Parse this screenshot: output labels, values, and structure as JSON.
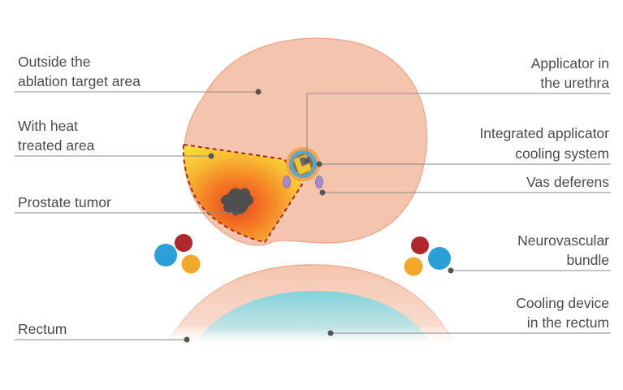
{
  "labels": {
    "outside": [
      "Outside the",
      "ablation target area"
    ],
    "heat": [
      "With heat",
      "treated area"
    ],
    "tumor": "Prostate tumor",
    "rectum": "Rectum",
    "applicator": [
      "Applicator in",
      "the urethra"
    ],
    "cooling_system": [
      "Integrated applicator",
      "cooling system"
    ],
    "vas": "Vas deferens",
    "neurovascular": [
      "Neurovascular",
      "bundle"
    ],
    "cooling_device": [
      "Cooling device",
      "in the rectum"
    ]
  },
  "colors": {
    "prostate": "#f5c4ae",
    "prostate_outline": "#f0a98e",
    "heat_core": "#f0641e",
    "heat_edge": "#f9d23b",
    "heat_border": "#a8281e",
    "tumor": "#4f4f4f",
    "rectum": "#f6c9b5",
    "rectum_outline": "#f0a98e",
    "cooling_device": "#8ed7de",
    "applicator_ring": "#f0a050",
    "applicator_body": "#5aa7cc",
    "vas": "#a78bd0",
    "artery": "#b0272b",
    "vein": "#2a9fd8",
    "nerve": "#f2a92a"
  }
}
